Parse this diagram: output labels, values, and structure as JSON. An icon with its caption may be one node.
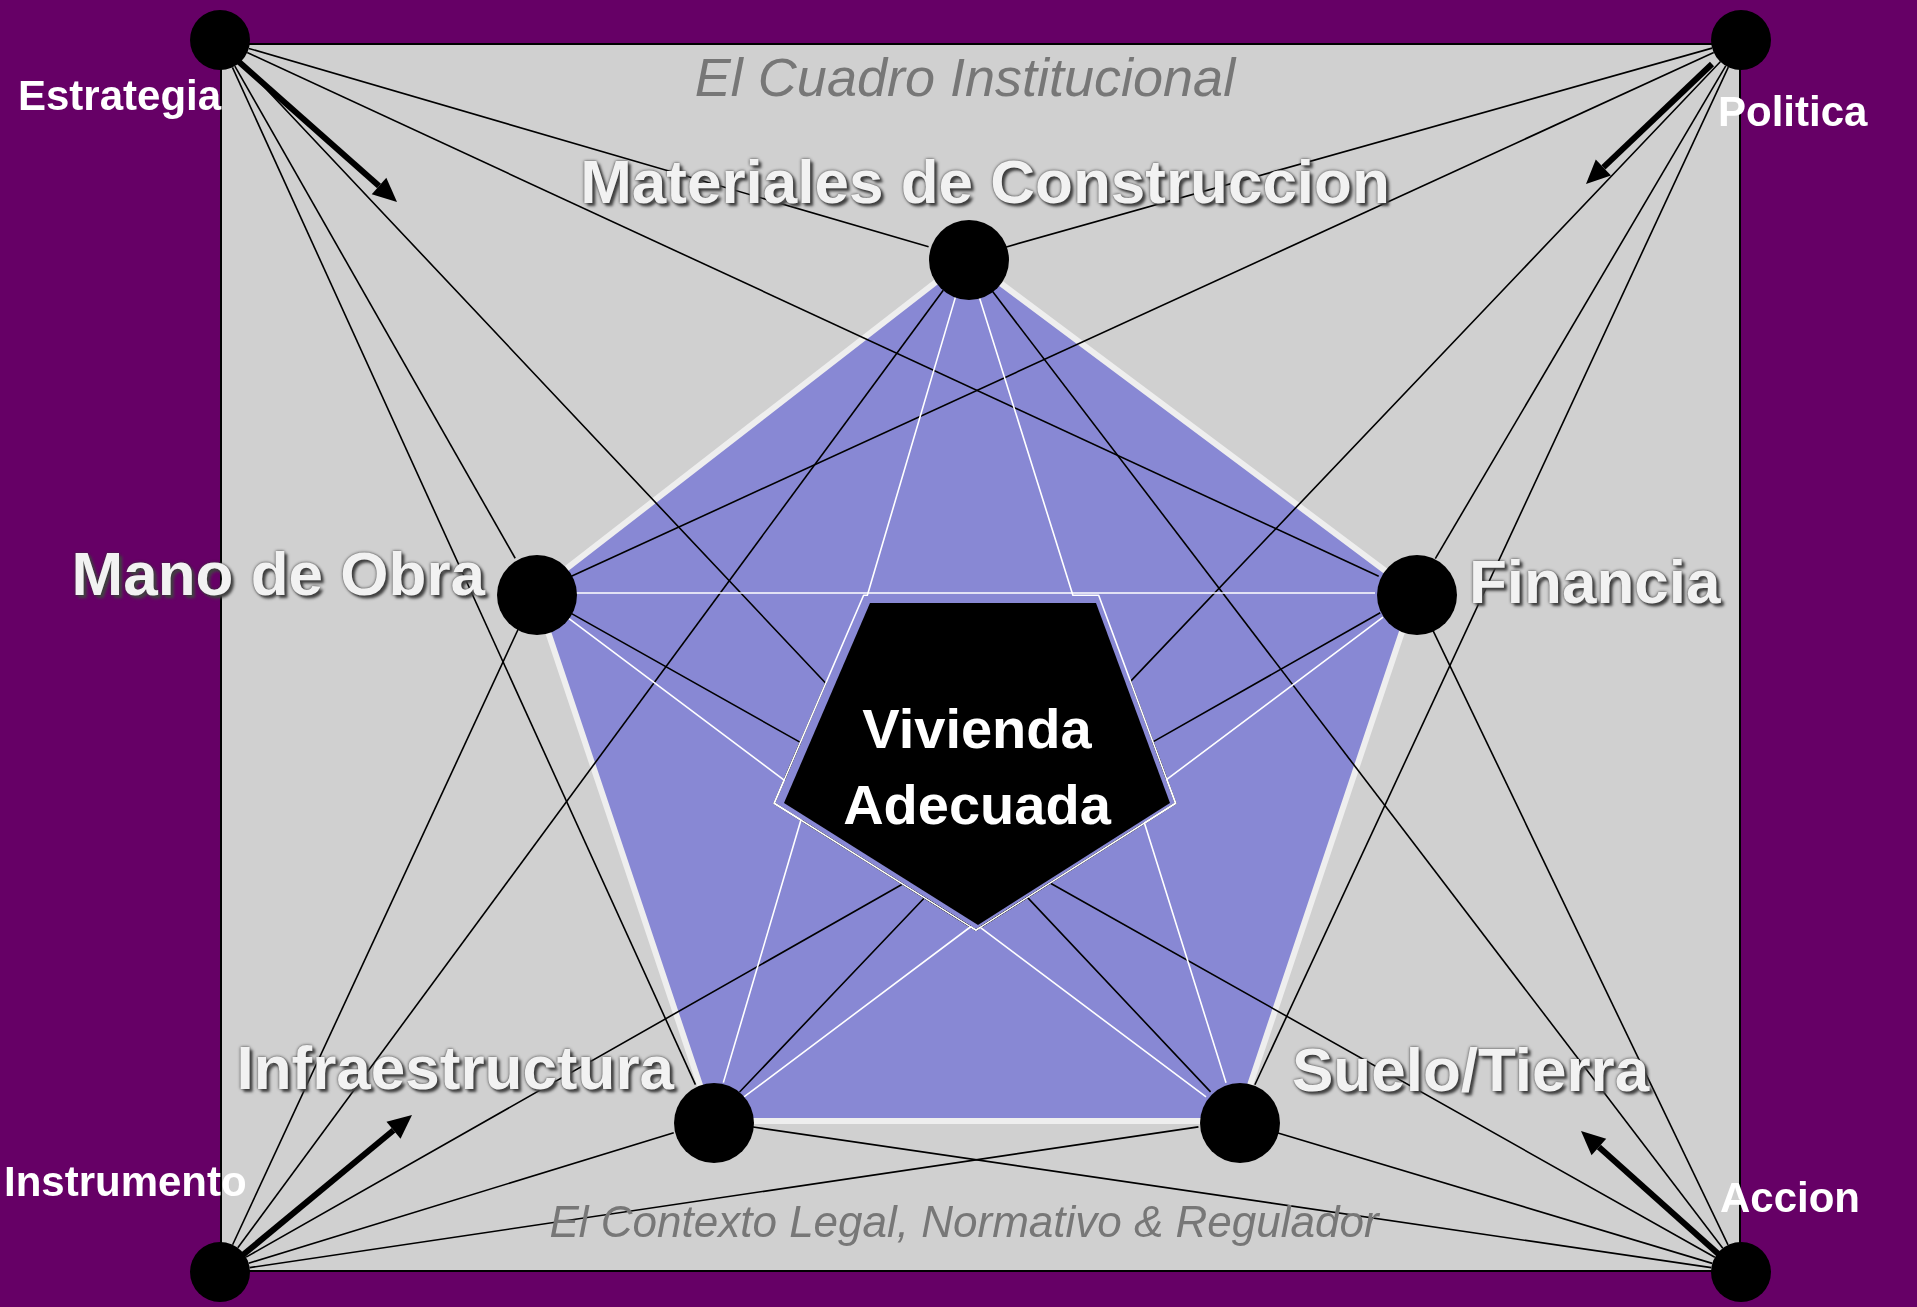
{
  "diagram": {
    "nodes": [
      {
        "text": [
          "El Cuadro Institucional",
          "El Contexto Legal, Normativo & Regulador"
        ]
      },
      {
        "text": [
          "Estrategia"
        ]
      },
      {
        "text": [
          "Politica"
        ]
      },
      {
        "text": [
          "Materiales de Construccion"
        ],
        "in": 0
      },
      {
        "text": [
          "Mano de Obra"
        ],
        "in": 0
      },
      {
        "text": [
          "Financia"
        ],
        "in": 0
      },
      {
        "text": [
          "Vivienda Adecuada"
        ],
        "in": 0
      },
      {
        "text": [
          "Infraestructura"
        ],
        "in": 0
      },
      {
        "text": [
          "Suelo/Tierra"
        ],
        "in": 0
      },
      {
        "text": [
          "Instrumento"
        ]
      },
      {
        "text": [
          "Accion"
        ]
      }
    ],
    "edges": [
      {
        "from": 1,
        "to": 3,
        "arrow": "none"
      },
      {
        "from": 1,
        "to": 4,
        "arrow": "none"
      },
      {
        "from": 1,
        "to": 5,
        "arrow": "none"
      },
      {
        "from": 1,
        "to": 7,
        "arrow": "none"
      },
      {
        "from": 1,
        "to": 8,
        "arrow": "none"
      },
      {
        "from": 2,
        "to": 3,
        "arrow": "none"
      },
      {
        "from": 2,
        "to": 4,
        "arrow": "none"
      },
      {
        "from": 2,
        "to": 5,
        "arrow": "none"
      },
      {
        "from": 2,
        "to": 7,
        "arrow": "none"
      },
      {
        "from": 2,
        "to": 8,
        "arrow": "none"
      },
      {
        "from": 9,
        "to": 3,
        "arrow": "none"
      },
      {
        "from": 9,
        "to": 4,
        "arrow": "none"
      },
      {
        "from": 9,
        "to": 5,
        "arrow": "none"
      },
      {
        "from": 9,
        "to": 7,
        "arrow": "none"
      },
      {
        "from": 9,
        "to": 8,
        "arrow": "none"
      },
      {
        "from": 10,
        "to": 3,
        "arrow": "none"
      },
      {
        "from": 10,
        "to": 4,
        "arrow": "none"
      },
      {
        "from": 10,
        "to": 5,
        "arrow": "none"
      },
      {
        "from": 10,
        "to": 7,
        "arrow": "none"
      },
      {
        "from": 10,
        "to": 8,
        "arrow": "none"
      },
      {
        "from": 4,
        "to": 5,
        "arrow": "none",
        "color": "#ffffff"
      },
      {
        "from": 3,
        "to": 7,
        "arrow": "none",
        "color": "#ffffff"
      },
      {
        "from": 3,
        "to": 8,
        "arrow": "none",
        "color": "#ffffff"
      },
      {
        "from": 4,
        "to": 8,
        "arrow": "none",
        "color": "#ffffff"
      },
      {
        "from": 5,
        "to": 7,
        "arrow": "none",
        "color": "#ffffff"
      }
    ]
  }
}
